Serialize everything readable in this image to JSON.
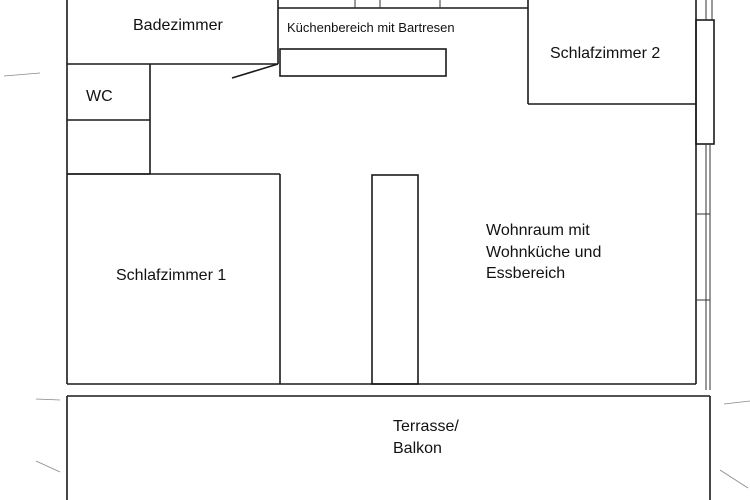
{
  "rooms": {
    "badezimmer": "Badezimmer",
    "kuechenbereich": "Küchenbereich mit Bartresen",
    "schlafzimmer2": "Schlafzimmer 2",
    "wc": "WC",
    "schlafzimmer1": "Schlafzimmer 1",
    "wohnraum": [
      "Wohnraum mit",
      "Wohnküche und",
      "Essbereich"
    ],
    "terrasse": [
      "Terrasse/",
      "Balkon"
    ]
  }
}
